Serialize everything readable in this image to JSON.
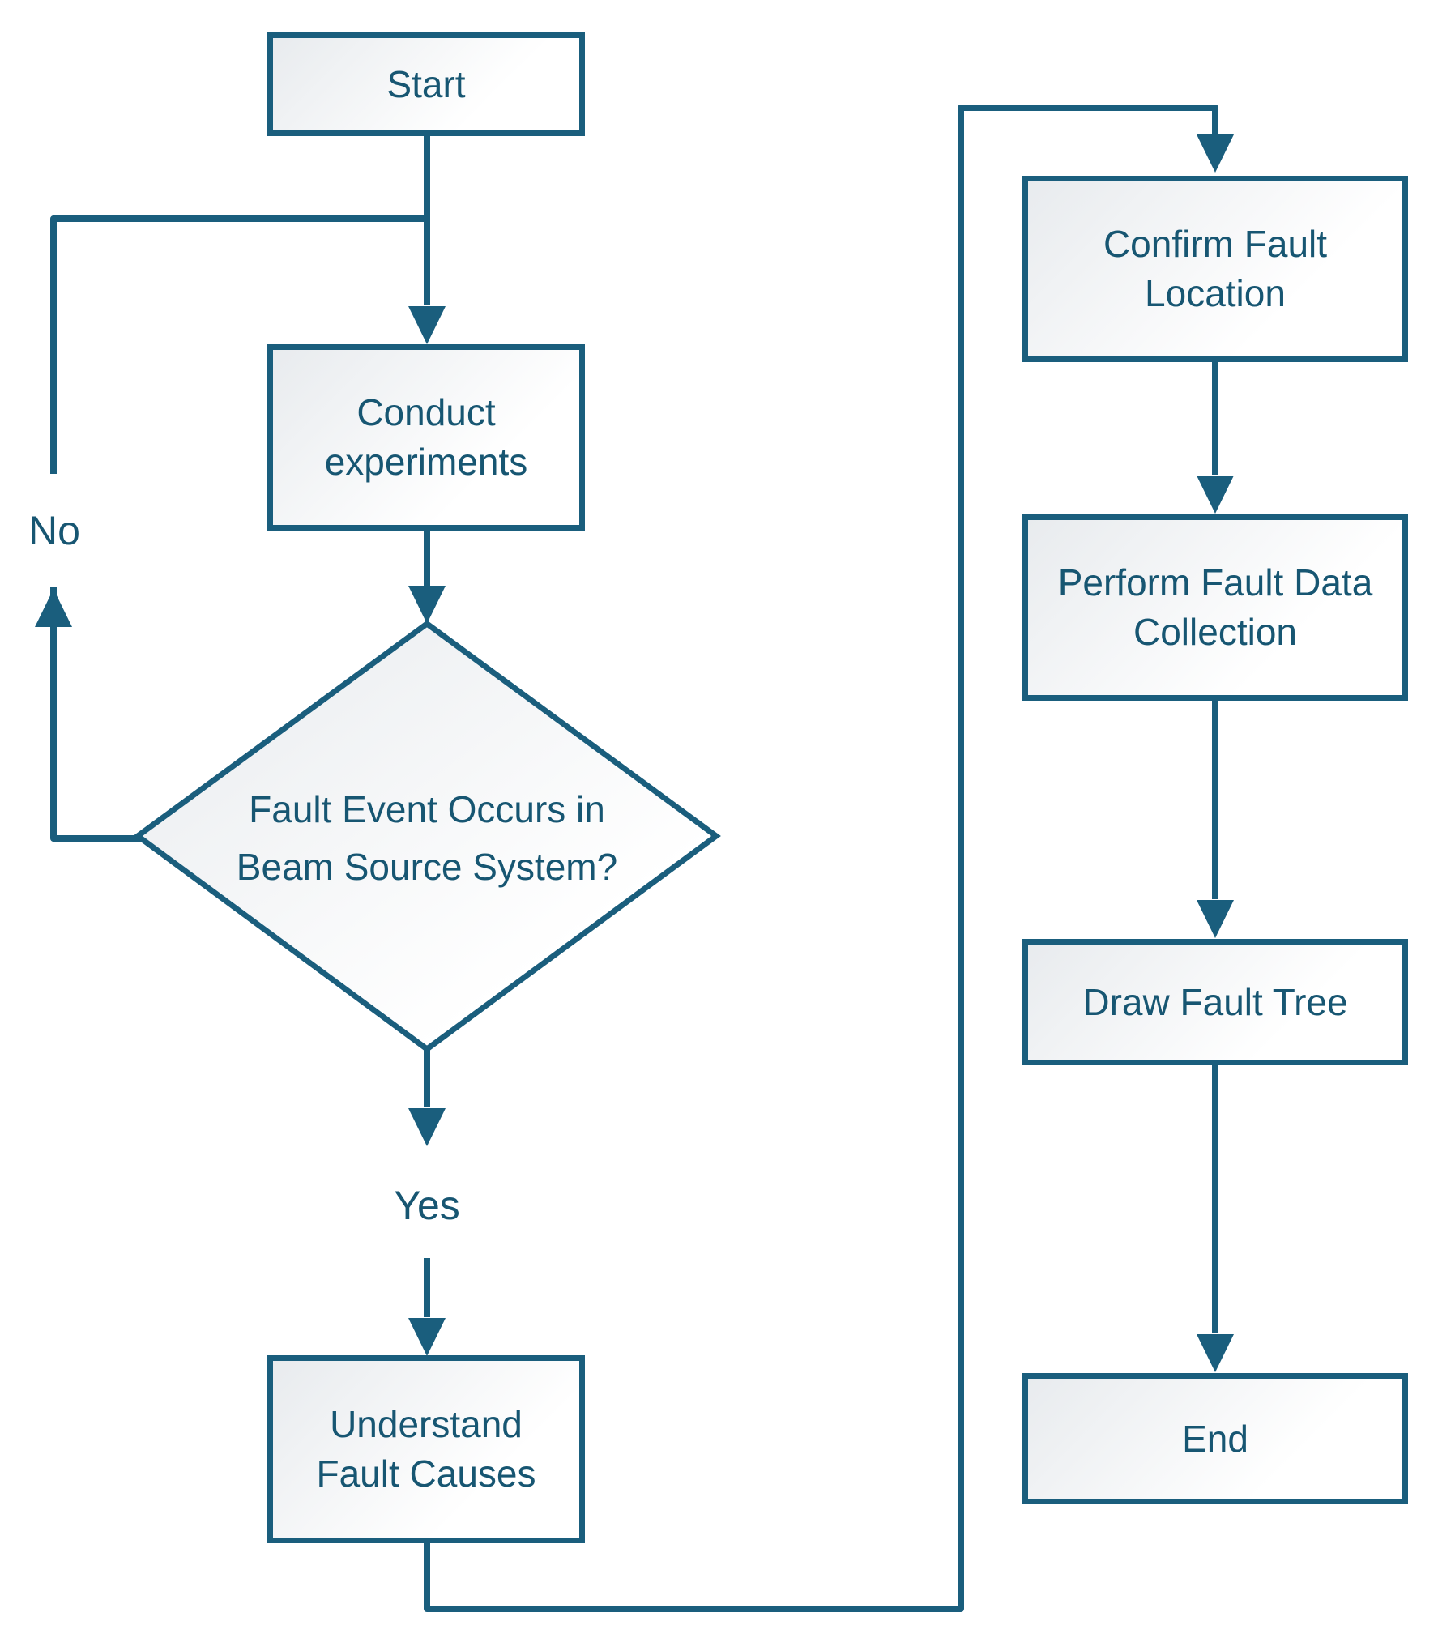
{
  "diagram": {
    "type": "flowchart",
    "colors": {
      "line": "#1a5e7d",
      "text": "#175672",
      "node_fill_gradient_start": "#e8ebee",
      "node_fill_gradient_end": "#ffffff",
      "background": "#ffffff"
    },
    "nodes": {
      "start": {
        "shape": "rectangle",
        "label": "Start"
      },
      "conduct": {
        "shape": "rectangle",
        "label": "Conduct experiments"
      },
      "decision": {
        "shape": "diamond",
        "label": "Fault Event Occurs in Beam Source System?"
      },
      "understand": {
        "shape": "rectangle",
        "label": "Understand Fault Causes"
      },
      "confirm": {
        "shape": "rectangle",
        "label": "Confirm Fault Location"
      },
      "perform": {
        "shape": "rectangle",
        "label": "Perform Fault Data Collection"
      },
      "draw": {
        "shape": "rectangle",
        "label": "Draw Fault Tree"
      },
      "end": {
        "shape": "rectangle",
        "label": "End"
      }
    },
    "edge_labels": {
      "no": "No",
      "yes": "Yes"
    },
    "edges": [
      {
        "from": "start",
        "to": "conduct"
      },
      {
        "from": "conduct",
        "to": "decision"
      },
      {
        "from": "decision",
        "to": "conduct",
        "label": "No"
      },
      {
        "from": "decision",
        "to": "understand",
        "label": "Yes"
      },
      {
        "from": "understand",
        "to": "confirm"
      },
      {
        "from": "confirm",
        "to": "perform"
      },
      {
        "from": "perform",
        "to": "draw"
      },
      {
        "from": "draw",
        "to": "end"
      }
    ]
  }
}
